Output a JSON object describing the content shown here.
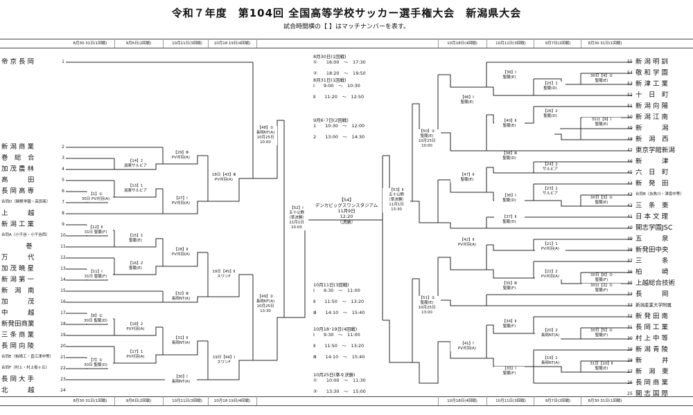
{
  "header": {
    "title": "令和７年度　第104回 全国高等学校サッカー選手権大会　新潟県大会",
    "subtitle": "試合時間横の【 】はマッチナンバーを表す。"
  },
  "columns": {
    "left": [
      "8月30·31日(1回戦)",
      "9月6日(2回戦)",
      "10月11日(3回戦)",
      "10月18·19日(4回戦)"
    ],
    "right": [
      "10月18日(4回戦)",
      "10月11日(3回戦)",
      "9月7日(2回戦)",
      "8月30·31日(1回戦)"
    ]
  },
  "left_teams": [
    {
      "seed": "1",
      "name": "帝 京 長 岡",
      "note": ""
    },
    {
      "seed": "2",
      "name": "新 潟 商 業",
      "note": ""
    },
    {
      "seed": "3",
      "name": "巻　総　合",
      "note": ""
    },
    {
      "seed": "4",
      "name": "加 茂 農 林",
      "note": ""
    },
    {
      "seed": "5",
      "name": "高　　　田",
      "note": ""
    },
    {
      "seed": "6",
      "name": "長 岡 高 専",
      "note": ""
    },
    {
      "seed": "7",
      "name": "",
      "note": "合同D（関根学園・高田商）"
    },
    {
      "seed": "8",
      "name": "上　　　越",
      "note": ""
    },
    {
      "seed": "9",
      "name": "新 潟 工 業",
      "note": ""
    },
    {
      "seed": "10",
      "name": "",
      "note": "合同A（小千谷・小千谷西）"
    },
    {
      "seed": "11",
      "name": "巻",
      "note": ""
    },
    {
      "seed": "12",
      "name": "万　　　代",
      "note": ""
    },
    {
      "seed": "13",
      "name": "加 茂 暁 星",
      "note": ""
    },
    {
      "seed": "14",
      "name": "新 潟 第 一",
      "note": ""
    },
    {
      "seed": "15",
      "name": "新　潟　南",
      "note": ""
    },
    {
      "seed": "16",
      "name": "加　　　茂",
      "note": ""
    },
    {
      "seed": "17",
      "name": "中　　　越",
      "note": ""
    },
    {
      "seed": "18",
      "name": "新発田商業",
      "note": ""
    },
    {
      "seed": "19",
      "name": "三 条 商 業",
      "note": ""
    },
    {
      "seed": "20",
      "name": "長 岡 向 陵",
      "note": ""
    },
    {
      "seed": "21",
      "name": "",
      "note": "合同E（柏崎工・直江津中等）"
    },
    {
      "seed": "22",
      "name": "",
      "note": "合同F（村上・村上桜ヶ丘）"
    },
    {
      "seed": "23",
      "name": "長 岡 大 手",
      "note": ""
    },
    {
      "seed": "24",
      "name": "北　　　越",
      "note": ""
    }
  ],
  "right_teams": [
    {
      "seed": "55",
      "name": "新 潟 明 訓",
      "note": ""
    },
    {
      "seed": "54",
      "name": "敬 和 学 園",
      "note": ""
    },
    {
      "seed": "53",
      "name": "新 津 工 業",
      "note": ""
    },
    {
      "seed": "52",
      "name": "十　日　町",
      "note": ""
    },
    {
      "seed": "51",
      "name": "新 潟 向 陽",
      "note": ""
    },
    {
      "seed": "50",
      "name": "新 潟 江 南",
      "note": ""
    },
    {
      "seed": "49",
      "name": "新　　　潟",
      "note": ""
    },
    {
      "seed": "48",
      "name": "新　潟　西",
      "note": ""
    },
    {
      "seed": "47",
      "name": "東京学館新潟",
      "note": ""
    },
    {
      "seed": "46",
      "name": "新　　　津",
      "note": ""
    },
    {
      "seed": "45",
      "name": "六　日　町",
      "note": ""
    },
    {
      "seed": "44",
      "name": "新　発　田",
      "note": ""
    },
    {
      "seed": "43",
      "name": "",
      "note": "合同B（糸魚川・津南中等）"
    },
    {
      "seed": "42",
      "name": "三　条　東",
      "note": ""
    },
    {
      "seed": "41",
      "name": "日 本 文 理",
      "note": ""
    },
    {
      "seed": "40",
      "name": "開志学園JSC",
      "note": ""
    },
    {
      "seed": "39",
      "name": "五　　　泉",
      "note": ""
    },
    {
      "seed": "38",
      "name": "新発田中央",
      "note": ""
    },
    {
      "seed": "37",
      "name": "三　　　条",
      "note": ""
    },
    {
      "seed": "36",
      "name": "柏　　　崎",
      "note": ""
    },
    {
      "seed": "35",
      "name": "上越総合技術",
      "note": ""
    },
    {
      "seed": "34",
      "name": "長　　　岡",
      "note": ""
    },
    {
      "seed": "33",
      "name": "",
      "note": "新潟産業大学附属"
    },
    {
      "seed": "32",
      "name": "新 発 田 南",
      "note": ""
    },
    {
      "seed": "31",
      "name": "長 岡 工 業",
      "note": ""
    },
    {
      "seed": "30",
      "name": "村 上 中 等",
      "note": ""
    },
    {
      "seed": "29",
      "name": "新 潟 青 陵",
      "note": ""
    },
    {
      "seed": "28",
      "name": "新　　　井",
      "note": ""
    },
    {
      "seed": "27",
      "name": "新　潟　東",
      "note": ""
    },
    {
      "seed": "26",
      "name": "長 岡 商 業",
      "note": ""
    },
    {
      "seed": "25",
      "name": "開 志 国 際",
      "note": ""
    }
  ],
  "matches_left": [
    {
      "id": "m1",
      "text": "【1】①\n30日 PV刈羽(A)"
    },
    {
      "id": "m12",
      "text": "【12】Ⅱ\n31日 聖籠(F)"
    },
    {
      "id": "m11",
      "text": "【11】Ⅰ\n31日 聖籠(F)"
    },
    {
      "id": "m8",
      "text": "【8】②\n30日 聖籠(D)"
    },
    {
      "id": "m7",
      "text": "【7】①\n30日 聖籠(D)"
    },
    {
      "id": "m14",
      "text": "【14】2\n潟東サルビア"
    },
    {
      "id": "m13",
      "text": "【13】1\n潟東サルビア"
    },
    {
      "id": "m15",
      "text": "【15】1\n聖籠(E)"
    },
    {
      "id": "m16",
      "text": "【16】2\n聖籠(E)"
    },
    {
      "id": "m18",
      "text": "【18】2\nPV刈羽(A)"
    },
    {
      "id": "m17",
      "text": "【17】1\nPV刈羽(A)"
    },
    {
      "id": "m29",
      "text": "【29】Ⅲ\nPV刈羽(A)"
    },
    {
      "id": "m27",
      "text": "【27】Ⅰ\nPV刈羽(A)"
    },
    {
      "id": "m28",
      "text": "【28】Ⅱ\nPV刈羽(A)"
    },
    {
      "id": "m32",
      "text": "【32】Ⅲ\n長岡NT(A)"
    },
    {
      "id": "m31",
      "text": "【31】Ⅱ\n長岡NT(A)"
    },
    {
      "id": "m30",
      "text": "【30】Ⅰ\n長岡NT(A)"
    },
    {
      "id": "m43",
      "text": "18日【43】Ⅲ\nPV刈羽(A)"
    },
    {
      "id": "m45",
      "text": "19日【45】Ⅱ\nスワンF"
    },
    {
      "id": "m44",
      "text": "19日【44】Ⅰ\nスワンF"
    },
    {
      "id": "m48",
      "text": "【48】①\n長岡NT(A)\n10月25日\n10:00"
    },
    {
      "id": "m49",
      "text": "【49】②\n長岡NT(A)\n10月25日\n13:30"
    },
    {
      "id": "m52",
      "text": "【52】Ⅰ\n五十公野\n（準決勝）\n11月1日\n10:00"
    }
  ],
  "matches_right": [
    {
      "id": "m4",
      "text": "30日【4】②\n聖籠(E)"
    },
    {
      "id": "m9",
      "text": "31日【9】Ⅰ\n聖籠(E)"
    },
    {
      "id": "m3",
      "text": "30日【3】①\n聖籠(E)"
    },
    {
      "id": "m6",
      "text": "30日【6】②\n聖籠(F)"
    },
    {
      "id": "m2",
      "text": "30日【2】①\n聖籠(F)"
    },
    {
      "id": "m5",
      "text": "30日【5】①\n聖籠(F)"
    },
    {
      "id": "m10",
      "text": "31日【10】Ⅱ\n聖籠(E)"
    },
    {
      "id": "m25",
      "text": "【25】1\n聖籠(D)"
    },
    {
      "id": "m26",
      "text": "【26】2\n聖籠(D)"
    },
    {
      "id": "m24",
      "text": "【24】2\nサルビア"
    },
    {
      "id": "m23",
      "text": "【23】1\nサルビア"
    },
    {
      "id": "m21",
      "text": "【21】1\nPV刈羽(A)"
    },
    {
      "id": "m22",
      "text": "【22】2\nPV刈羽(A)"
    },
    {
      "id": "m20",
      "text": "【20】2\n長岡NT(A)"
    },
    {
      "id": "m19",
      "text": "【19】1\n長岡NT(A)"
    },
    {
      "id": "m39",
      "text": "【39】Ⅰ\n聖籠(E)"
    },
    {
      "id": "m40",
      "text": "【40】Ⅱ\n聖籠(E)"
    },
    {
      "id": "m38",
      "text": "【38】Ⅲ\n聖籠(D)"
    },
    {
      "id": "m36",
      "text": "【36】Ⅰ\n聖籠(D)"
    },
    {
      "id": "m37",
      "text": "【37】Ⅱ\n聖籠(D)"
    },
    {
      "id": "m35",
      "text": "【35】Ⅲ\n聖籠(F)"
    },
    {
      "id": "m34",
      "text": "【34】Ⅱ\n聖籠(F)"
    },
    {
      "id": "m33",
      "text": "【33】Ⅰ\n聖籠(F)"
    },
    {
      "id": "m46",
      "text": "【46】Ⅰ\n聖籠(E)"
    },
    {
      "id": "m47",
      "text": "【47】Ⅱ\n聖籠(E)"
    },
    {
      "id": "m42",
      "text": "【42】Ⅱ\nPV刈羽(A)"
    },
    {
      "id": "m41",
      "text": "【41】Ⅰ\nPV刈羽(A)"
    },
    {
      "id": "m50",
      "text": "【50】①\n聖籠(E)\n10月25日\n10:00"
    },
    {
      "id": "m51",
      "text": "【51】②\n聖籠(E)\n10月25日\n13:00"
    },
    {
      "id": "m53",
      "text": "【53】Ⅱ\n五十公野\n（準決勝）\n11月1日\n13:30"
    }
  ],
  "final": {
    "text": "【54】\nデンカビッグスワンスタジアム\n11月9日\n12:20\n（決勝）"
  },
  "schedule": [
    {
      "id": "s1",
      "text": "8月30日(1回戦)\n①　　16:00　～　17:30\n\n②　　18:20　～　19:50"
    },
    {
      "id": "s2",
      "text": "8月31日(1回戦)\nⅠ　　9:00　～　10:30\n\nⅡ　　11:20　～　12:50"
    },
    {
      "id": "s3",
      "text": "9月6･7日(2回戦)\n1　　10:30　～　12:00\n\n2　　13:00　～　14:30"
    },
    {
      "id": "s4",
      "text": "10月11日(3回戦)\nⅠ　　9:30　～　11:00\n\nⅡ　　11:50　～　13:20\n\nⅢ　　14:10　～　15:40"
    },
    {
      "id": "s5",
      "text": "10月18･19日(4回戦)\nⅠ　　9:30　～　11:00\n\nⅡ　　11:50　～　13:20\n\nⅢ　　14:10　～　15:40"
    },
    {
      "id": "s6",
      "text": "10月25日(準々決勝)\n①　　10:00　～　11:30\n\n②　　13:30　～　15:00"
    }
  ]
}
